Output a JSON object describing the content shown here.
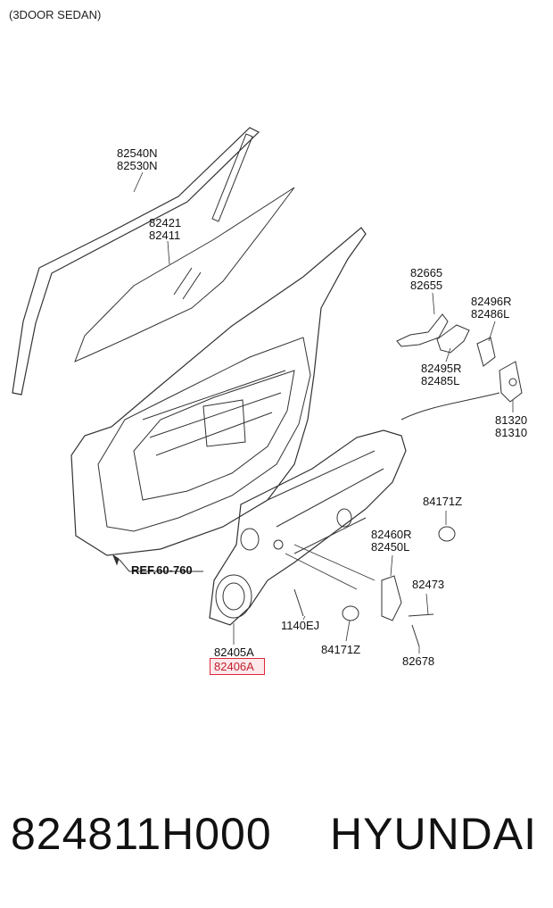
{
  "header": {
    "variant": "(3DOOR SEDAN)"
  },
  "diagram": {
    "labels": {
      "l82540N": "82540N",
      "l82530N": "82530N",
      "l82421": "82421",
      "l82411": "82411",
      "l82665": "82665",
      "l82655": "82655",
      "l82496R": "82496R",
      "l82486L": "82486L",
      "l82495R": "82495R",
      "l82485L": "82485L",
      "l81320": "81320",
      "l81310": "81310",
      "l84171Z_a": "84171Z",
      "l82460R": "82460R",
      "l82450L": "82450L",
      "l82473": "82473",
      "l1140EJ": "1140EJ",
      "l84171Z_b": "84171Z",
      "l82678": "82678",
      "l82405A": "82405A",
      "l82406A": "82406A",
      "ref": "REF.60-760"
    },
    "highlight_color": "#e0283a"
  },
  "footer": {
    "part_number": "824811H000",
    "brand": "HYUNDAI"
  }
}
